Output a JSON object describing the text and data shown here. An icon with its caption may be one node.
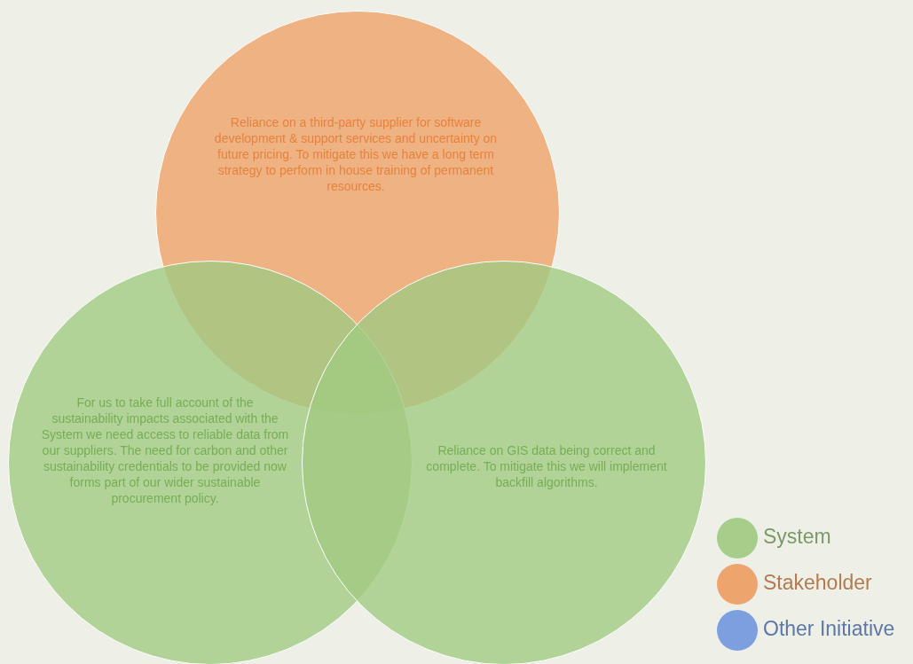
{
  "diagram": {
    "nodes": [
      {
        "text": [
          "Reliance on a third-party supplier for software development & support services and uncertainty on future pricing. To mitigate this we have a long term strategy to perform in house training of permanent resources."
        ]
      },
      {
        "text": [
          "For us to take full account of the sustainability impacts associated with the System we need access to reliable data from our suppliers. The need for carbon and other sustainability credentials to be provided now forms part of our wider sustainable procurement policy."
        ]
      },
      {
        "text": [
          "Reliance on GIS data being correct and complete. To mitigate this we will implement backfill algorithms."
        ]
      }
    ],
    "legend": [
      {
        "text": "System",
        "color": "#a6cd8a"
      },
      {
        "text": "Stakeholder",
        "color": "#eea46d"
      },
      {
        "text": "Other Initiative",
        "color": "#7c9fe0"
      }
    ]
  }
}
